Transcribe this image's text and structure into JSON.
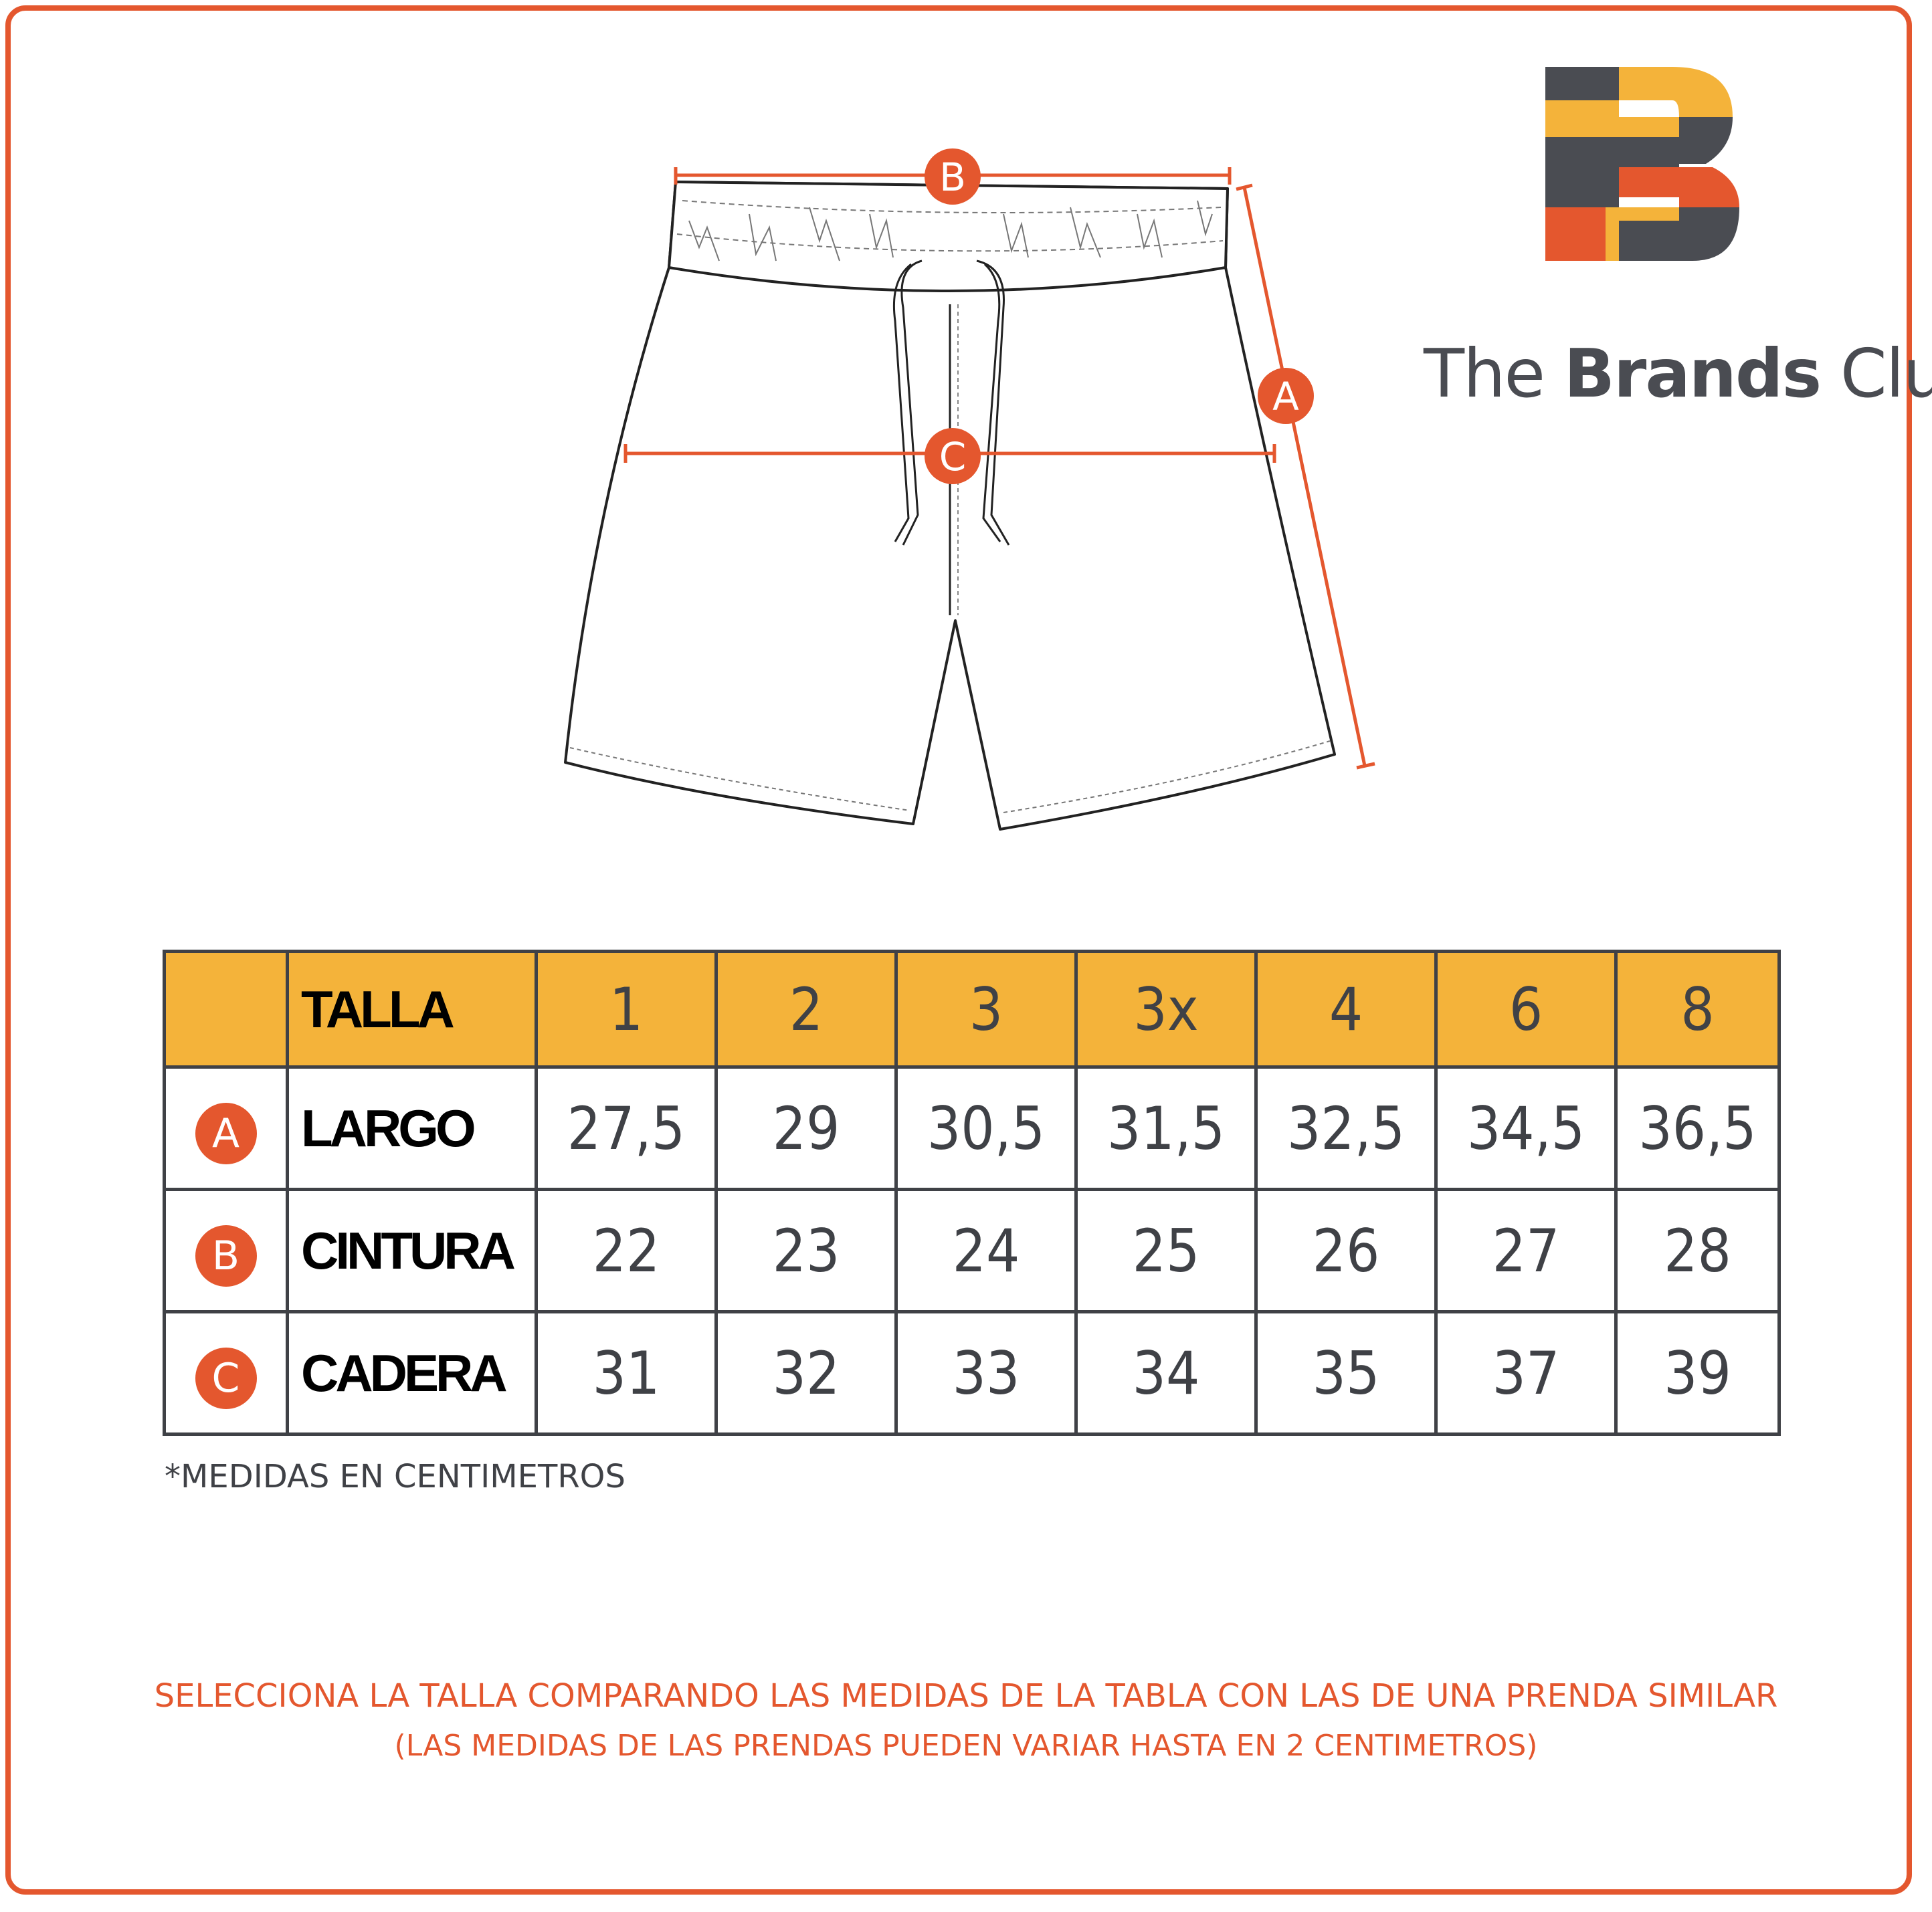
{
  "brand": {
    "name_light": "The ",
    "name_bold": "Brands",
    "name_tail": " Club"
  },
  "diagram": {
    "label_a": "A",
    "label_b": "B",
    "label_c": "C"
  },
  "colors": {
    "accent": "#E4572E",
    "header": "#F4B33A",
    "ink": "#3F4146",
    "logo_gray": "#4A4C52"
  },
  "table": {
    "header_label": "TALLA",
    "sizes": [
      "1",
      "2",
      "3",
      "3x",
      "4",
      "6",
      "8"
    ],
    "rows": [
      {
        "marker": "A",
        "label": "LARGO",
        "values": [
          "27,5",
          "29",
          "30,5",
          "31,5",
          "32,5",
          "34,5",
          "36,5"
        ]
      },
      {
        "marker": "B",
        "label": "CINTURA",
        "values": [
          "22",
          "23",
          "24",
          "25",
          "26",
          "27",
          "28"
        ]
      },
      {
        "marker": "C",
        "label": "CADERA",
        "values": [
          "31",
          "32",
          "33",
          "34",
          "35",
          "37",
          "39"
        ]
      }
    ]
  },
  "note": "*MEDIDAS EN CENTIMETROS",
  "advice": {
    "line1": "SELECCIONA LA TALLA COMPARANDO LAS MEDIDAS DE LA TABLA CON LAS DE UNA PRENDA SIMILAR",
    "line2": "(LAS MEDIDAS DE LAS PRENDAS PUEDEN VARIAR HASTA EN 2 CENTIMETROS)"
  }
}
